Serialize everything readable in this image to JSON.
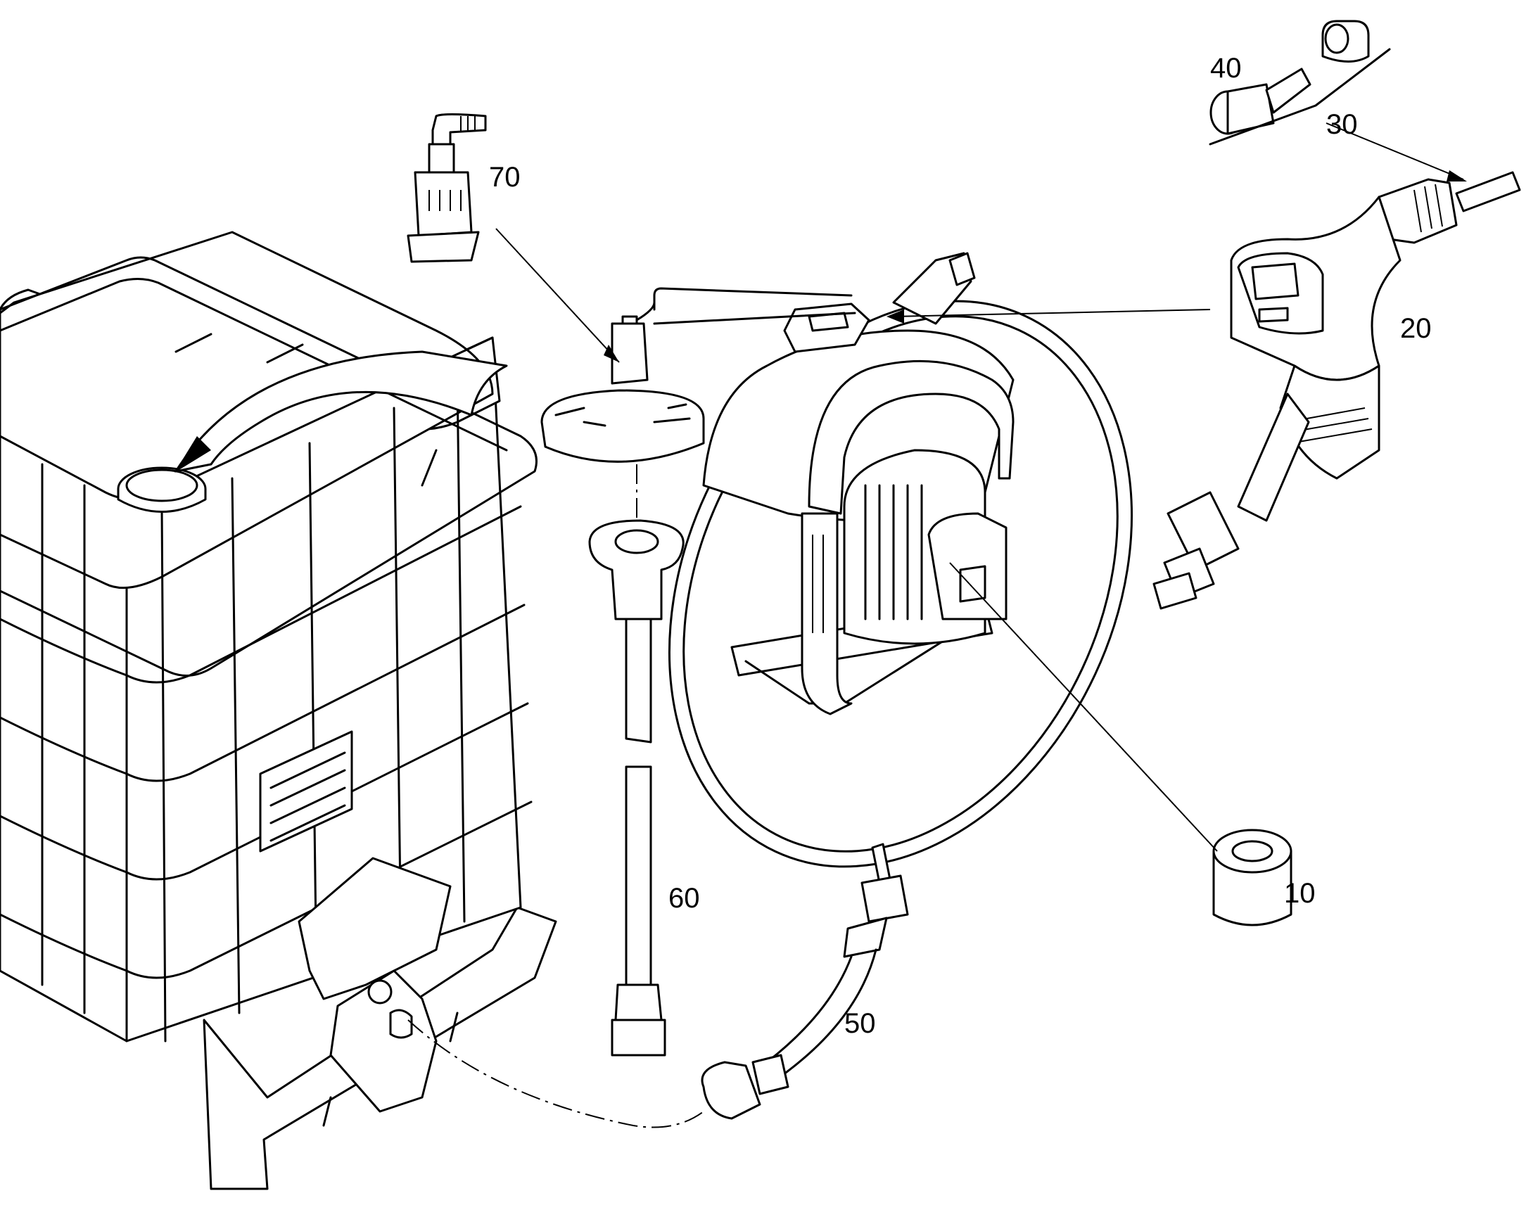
{
  "callouts": [
    {
      "id": "10",
      "text": "10"
    },
    {
      "id": "20",
      "text": "20"
    },
    {
      "id": "30",
      "text": "30"
    },
    {
      "id": "40",
      "text": "40"
    },
    {
      "id": "50",
      "text": "50"
    },
    {
      "id": "60",
      "text": "60"
    },
    {
      "id": "70",
      "text": "70"
    }
  ]
}
